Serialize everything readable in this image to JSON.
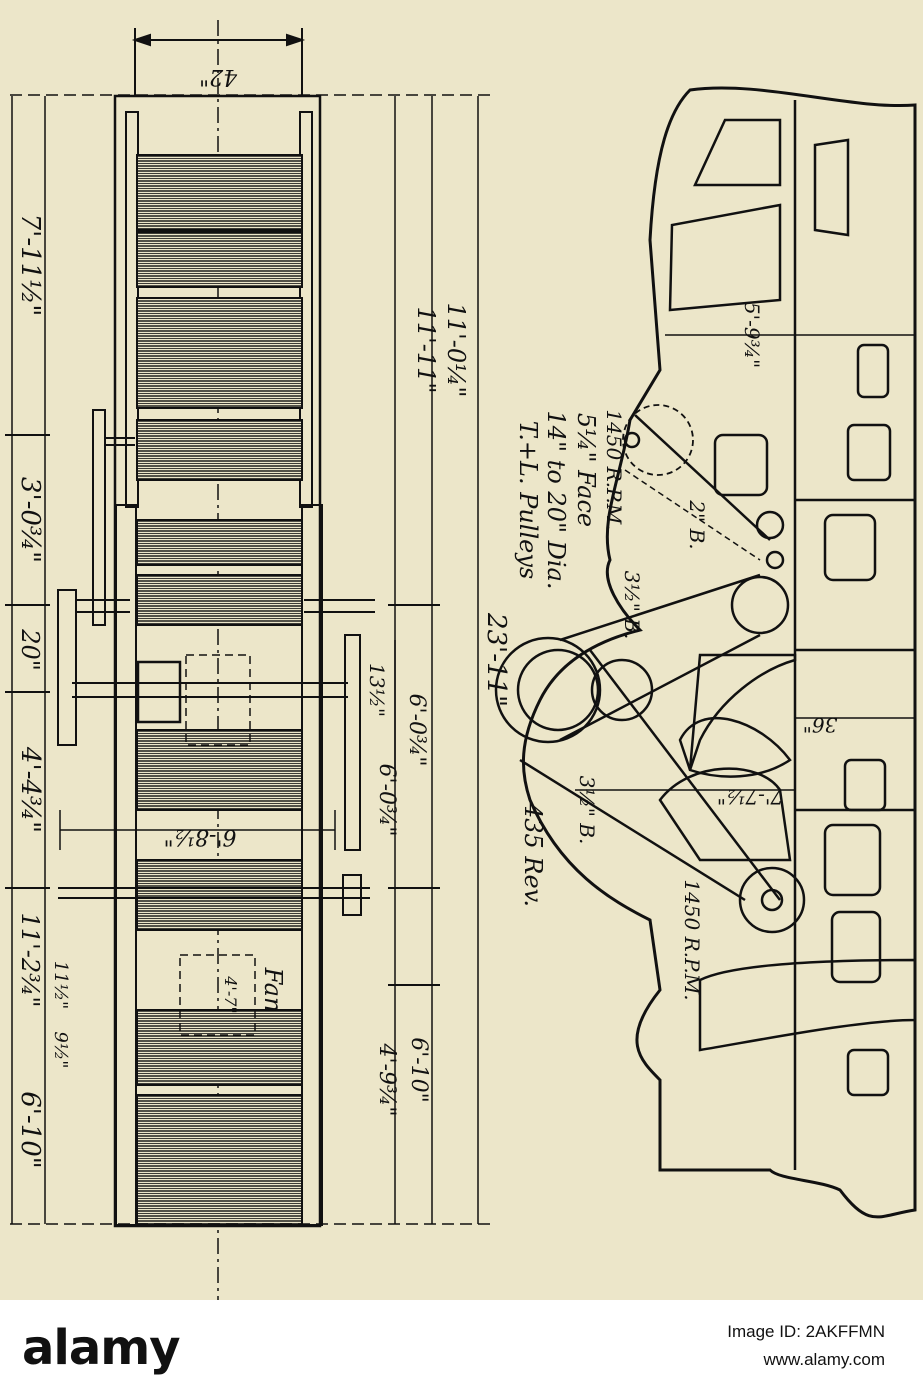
{
  "drawing": {
    "dimensions": {
      "plan_width": "42\"",
      "overall_length": "23'-11\"",
      "len_a": "11'-11\"",
      "len_b": "11'-0¼\"",
      "seg_1": "6'-10\"",
      "seg_2": "11'-2¾\"",
      "seg_3": "4'-4¾\"",
      "seg_4": "20\"",
      "seg_5": "3'-0¾\"",
      "seg_6": "7'-11½\"",
      "gear_13": "13½\"",
      "shaft_a": "6'-0¾\"",
      "shaft_b": "6'-0¾\"",
      "shaft_8": "6'-8½\"",
      "low_a": "4'-9¾\"",
      "low_b": "6'-10\"",
      "small_11": "11½\"",
      "small_9": "9½\"",
      "fan_dim": "4'-7\"",
      "height_5_9": "5'-9¾\"",
      "d_36": "36\"",
      "d_7": "7'-7½\""
    },
    "labels": {
      "fan": "Fan",
      "pulleys_line1": "T.+L. Pulleys",
      "pulleys_line2": "14\" to 20\" Dia.",
      "pulleys_line3": "5¼\" Face",
      "rpm_upper": "1450 R.P.M.",
      "rpm_lower": "1450 R.P.M.",
      "rev": "435 Rev.",
      "belt_2": "2\" B.",
      "belt_3a": "3½\" B.",
      "belt_3b": "3½\" B."
    }
  },
  "footer": {
    "brand": "alamy",
    "image_id_line": "Image ID: 2AKFFMN",
    "site": "www.alamy.com"
  }
}
